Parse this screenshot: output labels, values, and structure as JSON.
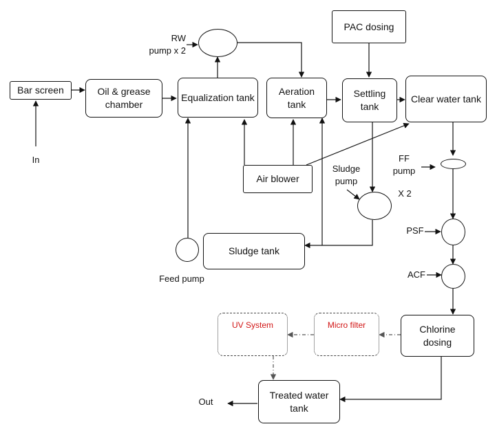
{
  "nodes": {
    "bar_screen": "Bar screen",
    "oil_grease_chamber": "Oil & grease chamber",
    "equalization_tank": "Equalization tank",
    "aeration_tank": "Aeration tank",
    "settling_tank": "Settling tank",
    "clear_water_tank": "Clear water tank",
    "pac_dosing": "PAC dosing",
    "air_blower": "Air blower",
    "sludge_tank": "Sludge tank",
    "chlorine_dosing": "Chlorine dosing",
    "micro_filter": "Micro filter",
    "uv_system": "UV System",
    "treated_water_tank": "Treated water tank"
  },
  "labels": {
    "rw_pump": "RW pump x 2",
    "in": "In",
    "out": "Out",
    "sludge_pump": "Sludge pump",
    "sludge_pump_count": "X 2",
    "ff_pump": "FF pump",
    "psf": "PSF",
    "acf": "ACF",
    "feed_pump": "Feed pump"
  },
  "colors": {
    "line": "#111111",
    "dashed_line": "#555555",
    "highlight_text": "#d11414"
  },
  "edges": [
    {
      "from": "in",
      "to": "bar_screen"
    },
    {
      "from": "bar_screen",
      "to": "oil_grease_chamber"
    },
    {
      "from": "oil_grease_chamber",
      "to": "equalization_tank"
    },
    {
      "from": "equalization_tank",
      "to": "rw_pump"
    },
    {
      "from": "rw_pump",
      "to": "aeration_tank"
    },
    {
      "from": "aeration_tank",
      "to": "settling_tank"
    },
    {
      "from": "pac_dosing",
      "to": "settling_tank"
    },
    {
      "from": "settling_tank",
      "to": "clear_water_tank"
    },
    {
      "from": "settling_tank",
      "to": "sludge_pump"
    },
    {
      "from": "sludge_pump",
      "to": "sludge_tank"
    },
    {
      "from": "sludge_pump",
      "to": "aeration_tank"
    },
    {
      "from": "air_blower",
      "to": "equalization_tank"
    },
    {
      "from": "air_blower",
      "to": "aeration_tank"
    },
    {
      "from": "air_blower",
      "to": "clear_water_tank"
    },
    {
      "from": "feed_pump",
      "to": "equalization_tank"
    },
    {
      "from": "clear_water_tank",
      "to": "ff_pump"
    },
    {
      "from": "ff_pump",
      "to": "psf"
    },
    {
      "from": "psf",
      "to": "acf"
    },
    {
      "from": "acf",
      "to": "chlorine_dosing"
    },
    {
      "from": "chlorine_dosing",
      "to": "micro_filter",
      "style": "dashed"
    },
    {
      "from": "micro_filter",
      "to": "uv_system",
      "style": "dashed"
    },
    {
      "from": "uv_system",
      "to": "treated_water_tank",
      "style": "dashed"
    },
    {
      "from": "chlorine_dosing",
      "to": "treated_water_tank"
    },
    {
      "from": "treated_water_tank",
      "to": "out"
    }
  ]
}
